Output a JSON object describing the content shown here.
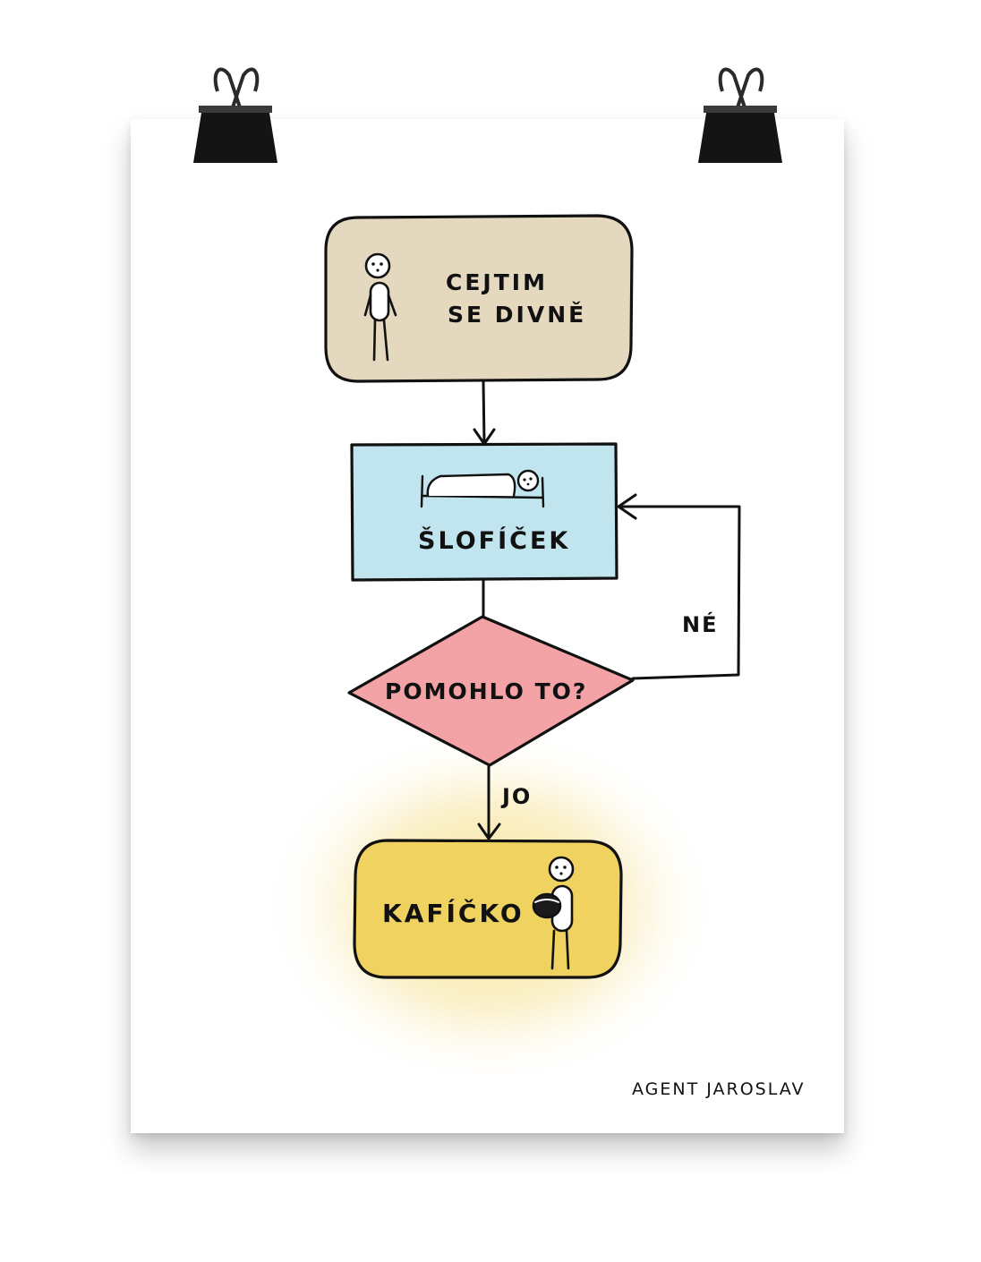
{
  "colors": {
    "start": "#e4d8bf",
    "process": "#c1e5ef",
    "decision": "#f3a3a6",
    "end": "#efd25f",
    "glow": "#f3d76a",
    "ink": "#111111"
  },
  "nodes": {
    "start": {
      "line1": "CEJTIM",
      "line2": "SE DIVNĚ"
    },
    "process": {
      "label": "ŠLOFÍČEK"
    },
    "decision": {
      "label": "POMOHLO TO?"
    },
    "end": {
      "label": "KAFÍČKO"
    }
  },
  "edges": {
    "no_label": "NÉ",
    "yes_label": "JO"
  },
  "signature": "AGENT JAROSLAV"
}
